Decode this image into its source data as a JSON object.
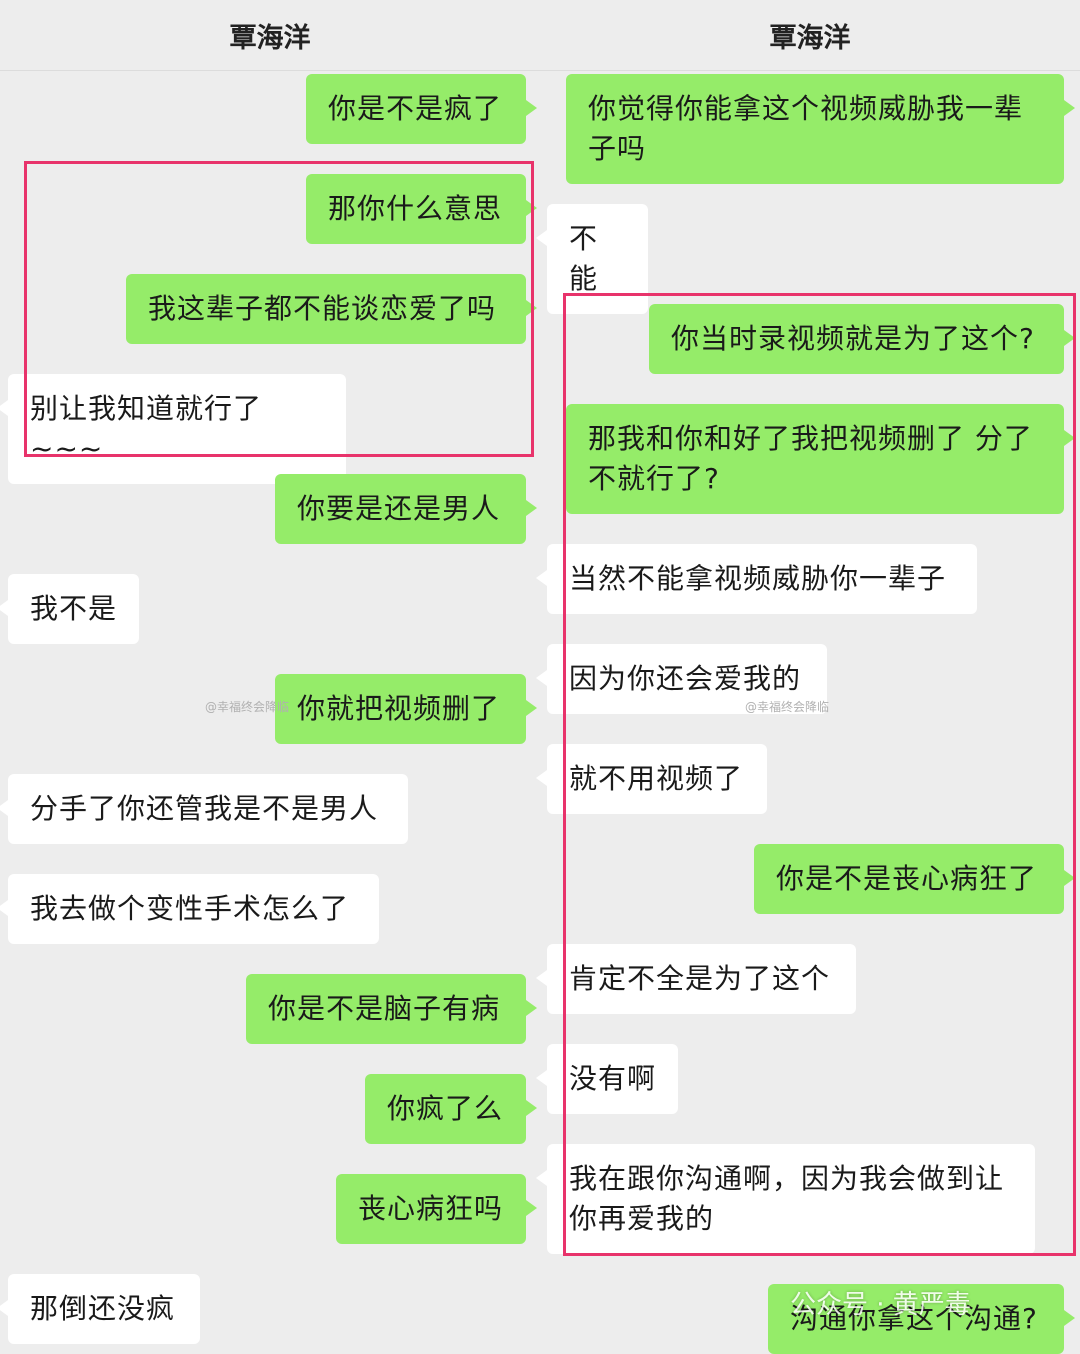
{
  "left": {
    "title": "覃海洋",
    "messages": [
      {
        "side": "me",
        "text": "你是不是疯了"
      },
      {
        "side": "me",
        "text": "那你什么意思"
      },
      {
        "side": "me",
        "text": "我这辈子都不能谈恋爱了吗"
      },
      {
        "side": "other",
        "text": "别让我知道就行了 ~~~"
      },
      {
        "side": "me",
        "text": "你要是还是男人"
      },
      {
        "side": "other",
        "text": "我不是"
      },
      {
        "side": "me",
        "text": "你就把视频删了"
      },
      {
        "side": "other",
        "text": "分手了你还管我是不是男人"
      },
      {
        "side": "other",
        "text": "我去做个变性手术怎么了"
      },
      {
        "side": "me",
        "text": "你是不是脑子有病"
      },
      {
        "side": "me",
        "text": "你疯了么"
      },
      {
        "side": "me",
        "text": "丧心病狂吗"
      },
      {
        "side": "other",
        "text": "那倒还没疯"
      }
    ],
    "watermark": "@幸福终会降临"
  },
  "right": {
    "title": "覃海洋",
    "messages": [
      {
        "side": "me",
        "text": "你觉得你能拿这个视频威胁我一辈子吗"
      },
      {
        "side": "other",
        "text": "不能"
      },
      {
        "side": "me",
        "text": "你当时录视频就是为了这个?"
      },
      {
        "side": "me",
        "text": "那我和你和好了我把视频删了 分了不就行了?"
      },
      {
        "side": "other",
        "text": "当然不能拿视频威胁你一辈子"
      },
      {
        "side": "other",
        "text": "因为你还会爱我的"
      },
      {
        "side": "other",
        "text": "就不用视频了"
      },
      {
        "side": "me",
        "text": "你是不是丧心病狂了"
      },
      {
        "side": "other",
        "text": "肯定不全是为了这个"
      },
      {
        "side": "other",
        "text": "没有啊"
      },
      {
        "side": "other",
        "text": "我在跟你沟通啊，因为我会做到让你再爱我的"
      },
      {
        "side": "me",
        "text": "沟通你拿这个沟通?"
      }
    ],
    "watermark": "@幸福终会降临",
    "account_mark": "公众号 · 黄严毒"
  },
  "colors": {
    "bubble_me": "#95ec69",
    "bubble_other": "#ffffff",
    "background": "#ededed",
    "highlight": "#e8336b"
  }
}
